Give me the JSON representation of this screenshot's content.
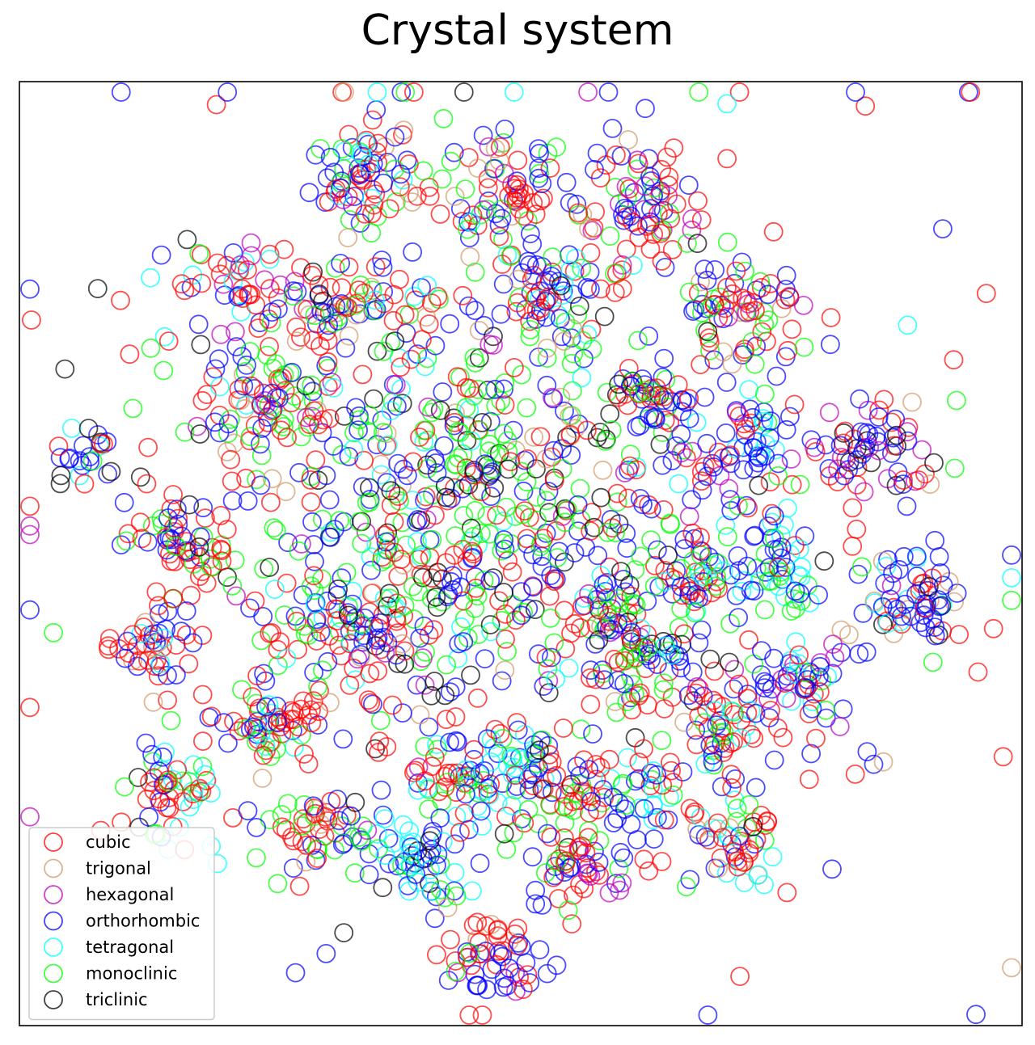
{
  "chart_data": {
    "type": "scatter",
    "title": "Crystal system",
    "xlabel": "",
    "ylabel": "",
    "xlim": [
      0,
      100
    ],
    "ylim": [
      0,
      100
    ],
    "axes_ticks": false,
    "grid": false,
    "legend_position": "lower-left",
    "marker": "hollow-circle",
    "colors": {
      "cubic": "#ff0000",
      "trigonal": "#d2996a",
      "hexagonal": "#bf00bf",
      "orthorhombic": "#0000ff",
      "tetragonal": "#00ffff",
      "monoclinic": "#00ff00",
      "triclinic": "#000000"
    },
    "legend": [
      "cubic",
      "trigonal",
      "hexagonal",
      "orthorhombic",
      "tetragonal",
      "monoclinic",
      "triclinic"
    ],
    "clusters": [
      {
        "x": 34.5,
        "y": 90.5,
        "spread": 3.0,
        "n": 70,
        "mix": {
          "cubic": 0.45,
          "orthorhombic": 0.25,
          "monoclinic": 0.12,
          "trigonal": 0.1,
          "tetragonal": 0.08
        }
      },
      {
        "x": 48.5,
        "y": 88.5,
        "spread": 3.0,
        "n": 65,
        "mix": {
          "cubic": 0.45,
          "orthorhombic": 0.3,
          "monoclinic": 0.12,
          "hexagonal": 0.08,
          "trigonal": 0.05
        }
      },
      {
        "x": 63.0,
        "y": 86.5,
        "spread": 2.8,
        "n": 70,
        "mix": {
          "cubic": 0.45,
          "orthorhombic": 0.3,
          "monoclinic": 0.15,
          "hexagonal": 0.1
        }
      },
      {
        "x": 22.5,
        "y": 78.5,
        "spread": 2.5,
        "n": 45,
        "mix": {
          "cubic": 0.5,
          "orthorhombic": 0.25,
          "hexagonal": 0.15,
          "tetragonal": 0.1
        }
      },
      {
        "x": 33.0,
        "y": 77.5,
        "spread": 2.7,
        "n": 50,
        "mix": {
          "cubic": 0.45,
          "orthorhombic": 0.3,
          "monoclinic": 0.15,
          "trigonal": 0.1
        }
      },
      {
        "x": 52.5,
        "y": 77.5,
        "spread": 2.8,
        "n": 55,
        "mix": {
          "orthorhombic": 0.45,
          "cubic": 0.3,
          "monoclinic": 0.15,
          "tetragonal": 0.1
        }
      },
      {
        "x": 72.5,
        "y": 75.5,
        "spread": 3.0,
        "n": 70,
        "mix": {
          "cubic": 0.4,
          "orthorhombic": 0.3,
          "monoclinic": 0.15,
          "trigonal": 0.1,
          "hexagonal": 0.05
        }
      },
      {
        "x": 24.0,
        "y": 65.5,
        "spread": 2.8,
        "n": 55,
        "mix": {
          "cubic": 0.45,
          "orthorhombic": 0.3,
          "hexagonal": 0.1,
          "monoclinic": 0.1,
          "trigonal": 0.05
        }
      },
      {
        "x": 62.5,
        "y": 67.0,
        "spread": 2.3,
        "n": 40,
        "mix": {
          "cubic": 0.4,
          "orthorhombic": 0.35,
          "triclinic": 0.15,
          "monoclinic": 0.1
        }
      },
      {
        "x": 73.0,
        "y": 62.5,
        "spread": 2.6,
        "n": 55,
        "mix": {
          "orthorhombic": 0.5,
          "cubic": 0.2,
          "hexagonal": 0.15,
          "tetragonal": 0.1,
          "monoclinic": 0.05
        }
      },
      {
        "x": 84.5,
        "y": 60.0,
        "spread": 2.7,
        "n": 60,
        "mix": {
          "orthorhombic": 0.45,
          "cubic": 0.35,
          "hexagonal": 0.1,
          "triclinic": 0.1
        }
      },
      {
        "x": 6.5,
        "y": 60.5,
        "spread": 1.6,
        "n": 20,
        "mix": {
          "orthorhombic": 0.4,
          "cubic": 0.2,
          "tetragonal": 0.2,
          "triclinic": 0.2
        }
      },
      {
        "x": 16.5,
        "y": 51.0,
        "spread": 2.6,
        "n": 50,
        "mix": {
          "cubic": 0.5,
          "orthorhombic": 0.3,
          "monoclinic": 0.2
        }
      },
      {
        "x": 89.0,
        "y": 45.0,
        "spread": 2.8,
        "n": 65,
        "mix": {
          "orthorhombic": 0.45,
          "cubic": 0.2,
          "triclinic": 0.15,
          "tetragonal": 0.1,
          "trigonal": 0.1
        }
      },
      {
        "x": 13.0,
        "y": 40.0,
        "spread": 2.4,
        "n": 45,
        "mix": {
          "cubic": 0.4,
          "orthorhombic": 0.3,
          "tetragonal": 0.15,
          "trigonal": 0.15
        }
      },
      {
        "x": 32.0,
        "y": 42.0,
        "spread": 2.7,
        "n": 50,
        "mix": {
          "orthorhombic": 0.45,
          "cubic": 0.3,
          "tetragonal": 0.15,
          "monoclinic": 0.1
        }
      },
      {
        "x": 75.5,
        "y": 48.5,
        "spread": 2.0,
        "n": 40,
        "mix": {
          "orthorhombic": 0.55,
          "tetragonal": 0.2,
          "monoclinic": 0.15,
          "cubic": 0.1
        }
      },
      {
        "x": 68.0,
        "y": 46.5,
        "spread": 2.0,
        "n": 35,
        "mix": {
          "orthorhombic": 0.4,
          "cubic": 0.35,
          "tetragonal": 0.15,
          "monoclinic": 0.1
        }
      },
      {
        "x": 59.0,
        "y": 44.0,
        "spread": 2.0,
        "n": 35,
        "mix": {
          "cubic": 0.5,
          "orthorhombic": 0.3,
          "triclinic": 0.1,
          "monoclinic": 0.1
        }
      },
      {
        "x": 63.5,
        "y": 39.0,
        "spread": 2.2,
        "n": 40,
        "mix": {
          "orthorhombic": 0.4,
          "monoclinic": 0.3,
          "cubic": 0.2,
          "triclinic": 0.1
        }
      },
      {
        "x": 78.0,
        "y": 36.5,
        "spread": 2.5,
        "n": 50,
        "mix": {
          "orthorhombic": 0.4,
          "cubic": 0.25,
          "hexagonal": 0.15,
          "tetragonal": 0.1,
          "monoclinic": 0.1
        }
      },
      {
        "x": 70.5,
        "y": 31.0,
        "spread": 2.5,
        "n": 55,
        "mix": {
          "cubic": 0.4,
          "orthorhombic": 0.3,
          "monoclinic": 0.15,
          "tetragonal": 0.15
        }
      },
      {
        "x": 25.5,
        "y": 32.0,
        "spread": 2.4,
        "n": 50,
        "mix": {
          "cubic": 0.45,
          "orthorhombic": 0.25,
          "monoclinic": 0.2,
          "tetragonal": 0.1
        }
      },
      {
        "x": 14.5,
        "y": 24.5,
        "spread": 2.5,
        "n": 50,
        "mix": {
          "cubic": 0.4,
          "orthorhombic": 0.25,
          "tetragonal": 0.2,
          "monoclinic": 0.1,
          "triclinic": 0.05
        }
      },
      {
        "x": 43.5,
        "y": 26.0,
        "spread": 2.0,
        "n": 30,
        "mix": {
          "cubic": 0.4,
          "orthorhombic": 0.3,
          "tetragonal": 0.2,
          "monoclinic": 0.1
        }
      },
      {
        "x": 49.5,
        "y": 26.5,
        "spread": 2.3,
        "n": 45,
        "mix": {
          "orthorhombic": 0.35,
          "tetragonal": 0.35,
          "cubic": 0.2,
          "monoclinic": 0.1
        }
      },
      {
        "x": 55.0,
        "y": 24.5,
        "spread": 2.3,
        "n": 40,
        "mix": {
          "cubic": 0.4,
          "monoclinic": 0.3,
          "orthorhombic": 0.2,
          "triclinic": 0.1
        }
      },
      {
        "x": 62.5,
        "y": 25.0,
        "spread": 2.0,
        "n": 35,
        "mix": {
          "orthorhombic": 0.4,
          "tetragonal": 0.3,
          "cubic": 0.2,
          "monoclinic": 0.1
        }
      },
      {
        "x": 30.0,
        "y": 20.5,
        "spread": 2.5,
        "n": 50,
        "mix": {
          "cubic": 0.4,
          "orthorhombic": 0.3,
          "monoclinic": 0.2,
          "trigonal": 0.1
        }
      },
      {
        "x": 40.5,
        "y": 18.5,
        "spread": 2.6,
        "n": 55,
        "mix": {
          "orthorhombic": 0.35,
          "tetragonal": 0.25,
          "triclinic": 0.2,
          "monoclinic": 0.2
        }
      },
      {
        "x": 56.5,
        "y": 17.0,
        "spread": 2.3,
        "n": 45,
        "mix": {
          "cubic": 0.45,
          "orthorhombic": 0.25,
          "monoclinic": 0.15,
          "hexagonal": 0.15
        }
      },
      {
        "x": 71.5,
        "y": 19.5,
        "spread": 2.7,
        "n": 55,
        "mix": {
          "cubic": 0.35,
          "monoclinic": 0.25,
          "orthorhombic": 0.2,
          "tetragonal": 0.15,
          "trigonal": 0.05
        }
      },
      {
        "x": 47.5,
        "y": 7.5,
        "spread": 2.5,
        "n": 55,
        "mix": {
          "orthorhombic": 0.45,
          "cubic": 0.35,
          "trigonal": 0.1,
          "hexagonal": 0.1
        }
      },
      {
        "x": 44.0,
        "y": 54.0,
        "spread": 13.0,
        "n": 620,
        "mix": {
          "monoclinic": 0.3,
          "orthorhombic": 0.25,
          "cubic": 0.18,
          "triclinic": 0.12,
          "tetragonal": 0.07,
          "hexagonal": 0.04,
          "trigonal": 0.04
        }
      },
      {
        "x": 48.0,
        "y": 56.0,
        "spread": 24.0,
        "n": 320,
        "mix": {
          "cubic": 0.3,
          "orthorhombic": 0.25,
          "monoclinic": 0.22,
          "tetragonal": 0.08,
          "triclinic": 0.06,
          "trigonal": 0.05,
          "hexagonal": 0.04
        }
      }
    ]
  }
}
